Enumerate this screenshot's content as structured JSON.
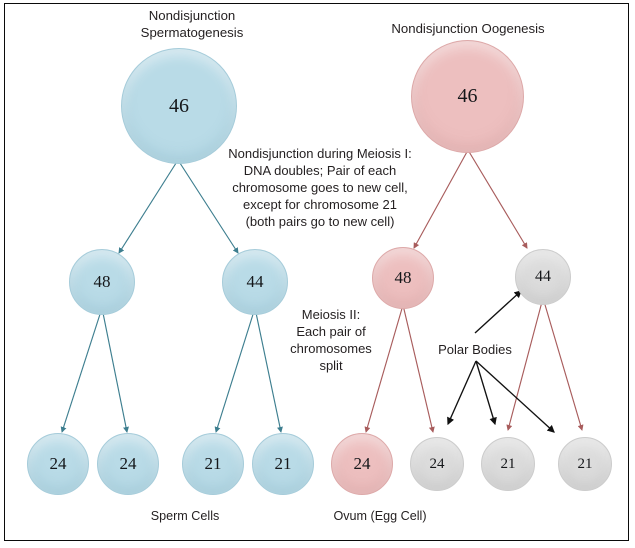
{
  "diagram": {
    "title_left": "Nondisjunction\nSpermatogenesis",
    "title_right": "Nondisjunction Oogenesis",
    "note_meiosis_1": "Nondisjunction during Meiosis I:\nDNA doubles; Pair of each\nchromosome goes to new cell,\nexcept for chromosome 21\n(both pairs go to new cell)",
    "note_meiosis_2": "Meiosis II:\nEach pair of\nchromosomes\nsplit",
    "label_polar_bodies": "Polar Bodies",
    "label_sperm_cells": "Sperm Cells",
    "label_ovum": "Ovum (Egg Cell)"
  },
  "colors": {
    "blue_fill": "#b9dbe7",
    "pink_fill": "#edbfbf",
    "gray_fill": "#dcdcdc",
    "blue_arrow": "#3d7e8f",
    "pink_arrow": "#a85c5c",
    "black_arrow": "#0a0a0a",
    "text": "#231f20",
    "frame": "#0a0a0a"
  },
  "cells": {
    "spermatogenesis": {
      "parent": {
        "value": "46"
      },
      "meiosis1": [
        {
          "value": "48"
        },
        {
          "value": "44"
        }
      ],
      "meiosis2": [
        {
          "value": "24"
        },
        {
          "value": "24"
        },
        {
          "value": "21"
        },
        {
          "value": "21"
        }
      ]
    },
    "oogenesis": {
      "parent": {
        "value": "46"
      },
      "meiosis1": [
        {
          "value": "48"
        },
        {
          "value": "44"
        }
      ],
      "meiosis2": [
        {
          "value": "24"
        },
        {
          "value": "24"
        },
        {
          "value": "21"
        },
        {
          "value": "21"
        }
      ]
    }
  }
}
